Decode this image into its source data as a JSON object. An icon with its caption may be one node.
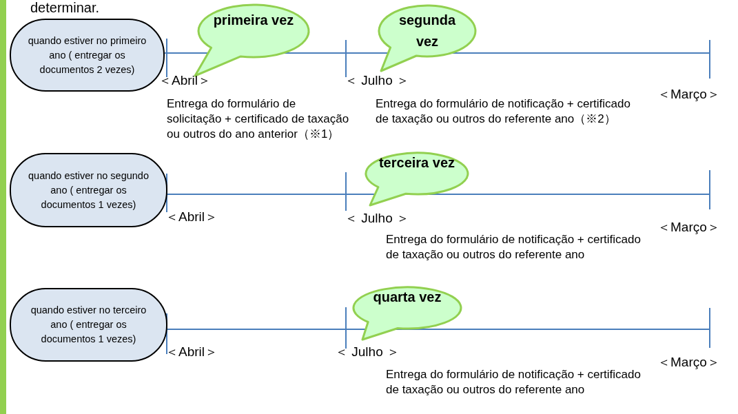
{
  "diagram": {
    "nodes": [
      {
        "text": [
          "quando estiver no primeiro ano ( entregar os documentos 2 vezes)"
        ]
      },
      {
        "text": [
          "primeira vez"
        ]
      },
      {
        "text": [
          "segunda vez"
        ]
      },
      {
        "text": [
          "quando estiver no segundo ano ( entregar os documentos 1 vezes)"
        ]
      },
      {
        "text": [
          "terceira vez"
        ]
      },
      {
        "text": [
          "quando estiver no terceiro ano ( entregar os documentos 1 vezes)"
        ]
      },
      {
        "text": [
          "quarta vez"
        ]
      }
    ],
    "edges": [
      {
        "from": 0,
        "to": null,
        "arrow": "none"
      },
      {
        "from": 3,
        "to": null,
        "arrow": "none"
      },
      {
        "from": 5,
        "to": null,
        "arrow": "none"
      }
    ],
    "labels": [
      "determinar.",
      "＜Abril＞",
      "＜ Julho ＞",
      "＜Março＞",
      "Entrega do formulário de solicitação + certificado de taxação ou outros do ano anterior（※1）",
      "Entrega do formulário de notificação + certificado de taxação ou outros do referente ano（※2）",
      "＜Abril＞",
      "＜ Julho ＞",
      "＜Março＞",
      "Entrega do formulário de notificação + certificado de taxação ou outros do referente ano",
      "＜Abril＞",
      "＜ Julho ＞",
      "＜Março＞",
      "Entrega do formulário de notificação + certificado de taxação ou outros do referente ano"
    ]
  }
}
